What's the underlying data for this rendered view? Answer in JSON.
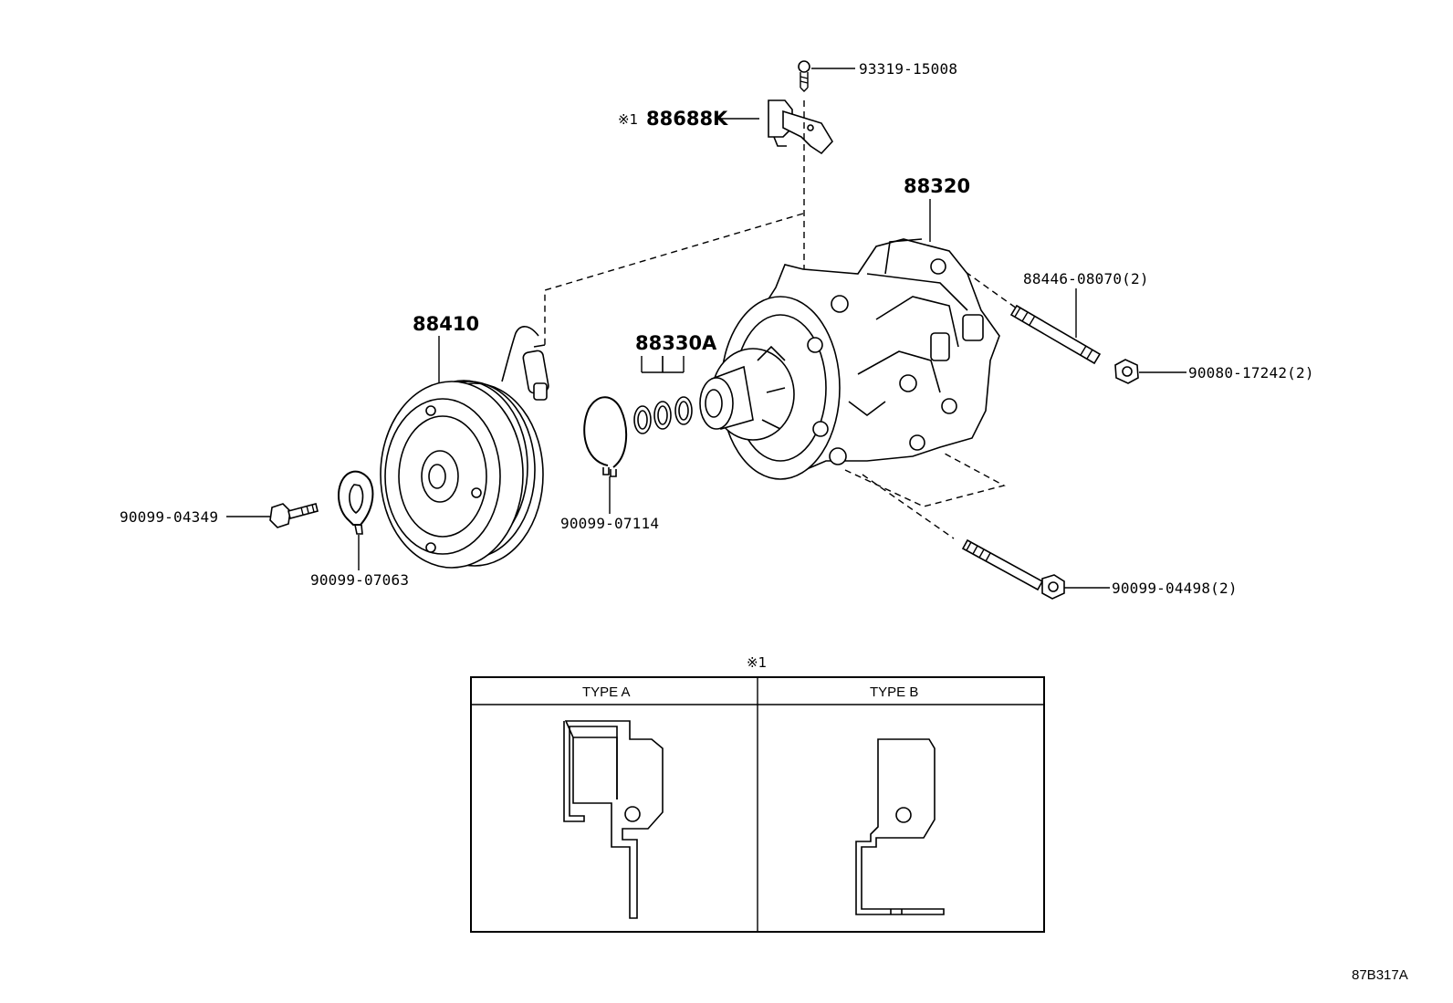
{
  "diagram_id": "87B317A",
  "parts": {
    "screw_top": "93319-15008",
    "bracket_mark": "※1",
    "bracket": "88688K",
    "compressor": "88320",
    "stud_bolt": "88446-08070(2)",
    "nut": "90080-17242(2)",
    "clutch": "88410",
    "shim_set": "88330A",
    "snap_ring_outer": "90099-07114",
    "bolt_clutch": "90099-04349",
    "snap_ring_inner": "90099-07063",
    "mount_bolt": "90099-04498(2)"
  },
  "inset": {
    "mark": "※1",
    "type_a": "TYPE A",
    "type_b": "TYPE B"
  }
}
